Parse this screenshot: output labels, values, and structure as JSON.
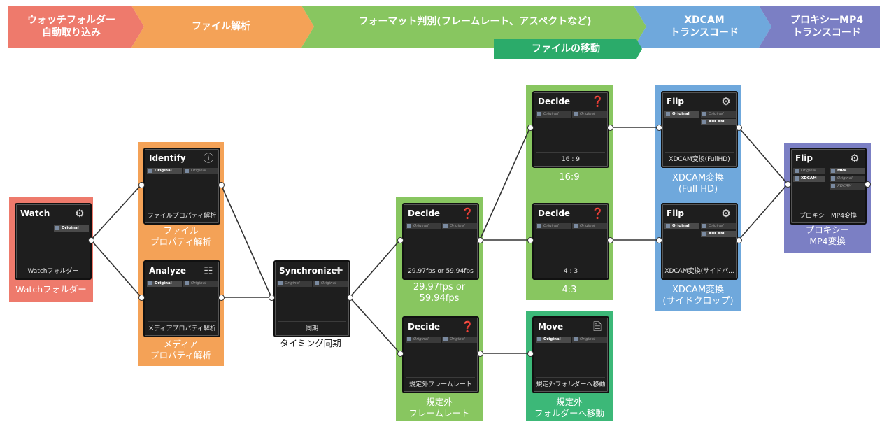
{
  "stages": [
    {
      "label": "ウォッチフォルダー\n自動取り込み",
      "color": "#ee7a6c"
    },
    {
      "label": "ファイル解析",
      "color": "#f4a257"
    },
    {
      "label": "フォーマット判別(フレームレート、アスペクトなど)",
      "color": "#88c660"
    },
    {
      "label": "XDCAM\nトランスコード",
      "color": "#6fa8dc"
    },
    {
      "label": "プロキシーMP4\nトランスコード",
      "color": "#7b7fc4"
    }
  ],
  "sub_stage": {
    "label": "ファイルの移動",
    "color": "#2bab6a"
  },
  "groups": [
    {
      "id": "watch",
      "label": "Watchフォルダー",
      "color": "#ee7a6c",
      "label_color": "#ffffff"
    },
    {
      "id": "analyze",
      "label_a": "ファイル\nプロパティ解析",
      "label_b": "メディア\nプロパティ解析",
      "color": "#f4a257",
      "label_color": "#ffffff"
    },
    {
      "id": "sync",
      "label": "タイミング同期",
      "label_color": "#111111"
    },
    {
      "id": "decide-fps",
      "label_a": "29.97fps or\n59.94fps",
      "label_b": "規定外\nフレームレート",
      "color": "#88c660",
      "label_color": "#ffffff"
    },
    {
      "id": "decide-aspect",
      "label_a": "16:9",
      "label_b": "4:3",
      "color": "#88c660",
      "label_color": "#ffffff"
    },
    {
      "id": "move",
      "label": "規定外\nフォルダーへ移動",
      "color": "#3cb878",
      "label_color": "#ffffff"
    },
    {
      "id": "xdcam",
      "label_a": "XDCAM変換\n(Full HD)",
      "label_b": "XDCAM変換\n(サイドクロップ)",
      "color": "#6fa8dc",
      "label_color": "#ffffff"
    },
    {
      "id": "proxy",
      "label": "プロキシー\nMP4変換",
      "color": "#7b7fc4",
      "label_color": "#ffffff"
    }
  ],
  "nodes": [
    {
      "id": "watch",
      "title": "Watch",
      "icon": "play-gear-icon",
      "caption": "Watchフォルダー",
      "tags": [
        {
          "text": "Original",
          "active": true
        }
      ]
    },
    {
      "id": "identify",
      "title": "Identify",
      "icon": "help-icon",
      "caption": "ファイルプロパティ解析",
      "tags": [
        {
          "text": "Original",
          "active": true
        },
        {
          "text": "Original",
          "active": false
        }
      ]
    },
    {
      "id": "analyze",
      "title": "Analyze",
      "icon": "analyze-icon",
      "caption": "メディアプロパティ解析",
      "tags": [
        {
          "text": "Original",
          "active": true
        },
        {
          "text": "Original",
          "active": false
        }
      ]
    },
    {
      "id": "sync",
      "title": "Synchronize",
      "icon": "sync-icon",
      "caption": "同期",
      "tags": [
        {
          "text": "Original",
          "active": false
        },
        {
          "text": "Original",
          "active": false
        }
      ]
    },
    {
      "id": "decide1",
      "title": "Decide",
      "icon": "decide-icon",
      "caption": "29.97fps or 59.94fps",
      "tags": [
        {
          "text": "Original",
          "active": false
        },
        {
          "text": "Original",
          "active": false
        }
      ]
    },
    {
      "id": "decide2",
      "title": "Decide",
      "icon": "decide-icon",
      "caption": "規定外フレームレート",
      "tags": [
        {
          "text": "Original",
          "active": false
        },
        {
          "text": "Original",
          "active": false
        }
      ]
    },
    {
      "id": "decide3",
      "title": "Decide",
      "icon": "decide-icon",
      "caption": "16 : 9",
      "tags": [
        {
          "text": "Original",
          "active": false
        },
        {
          "text": "Original",
          "active": false
        }
      ]
    },
    {
      "id": "decide4",
      "title": "Decide",
      "icon": "decide-icon",
      "caption": "4 : 3",
      "tags": [
        {
          "text": "Original",
          "active": false
        },
        {
          "text": "Original",
          "active": false
        }
      ]
    },
    {
      "id": "move",
      "title": "Move",
      "icon": "file-move-icon",
      "caption": "規定外フォルダーへ移動",
      "tags": [
        {
          "text": "Original",
          "active": true
        },
        {
          "text": "Original",
          "active": false
        }
      ]
    },
    {
      "id": "flip1",
      "title": "Flip",
      "icon": "gear-icon",
      "caption": "XDCAM変換(FullHD)",
      "tags": [
        {
          "text": "Original",
          "active": true
        },
        {
          "text": "Original",
          "active": false
        },
        {
          "text": "XDCAM",
          "active": true
        }
      ]
    },
    {
      "id": "flip2",
      "title": "Flip",
      "icon": "gear-icon",
      "caption": "XDCAM変換(サイドバ...",
      "tags": [
        {
          "text": "Original",
          "active": true
        },
        {
          "text": "Original",
          "active": false
        },
        {
          "text": "XDCAM",
          "active": true
        }
      ]
    },
    {
      "id": "flip3",
      "title": "Flip",
      "icon": "gear-icon",
      "caption": "プロキシーMP4変換",
      "tags": [
        {
          "text": "Original",
          "active": false
        },
        {
          "text": "XDCAM",
          "active": true
        },
        {
          "text": "MP4",
          "active": true
        },
        {
          "text": "Original",
          "active": false
        },
        {
          "text": "XDCAM",
          "active": false
        }
      ]
    }
  ]
}
